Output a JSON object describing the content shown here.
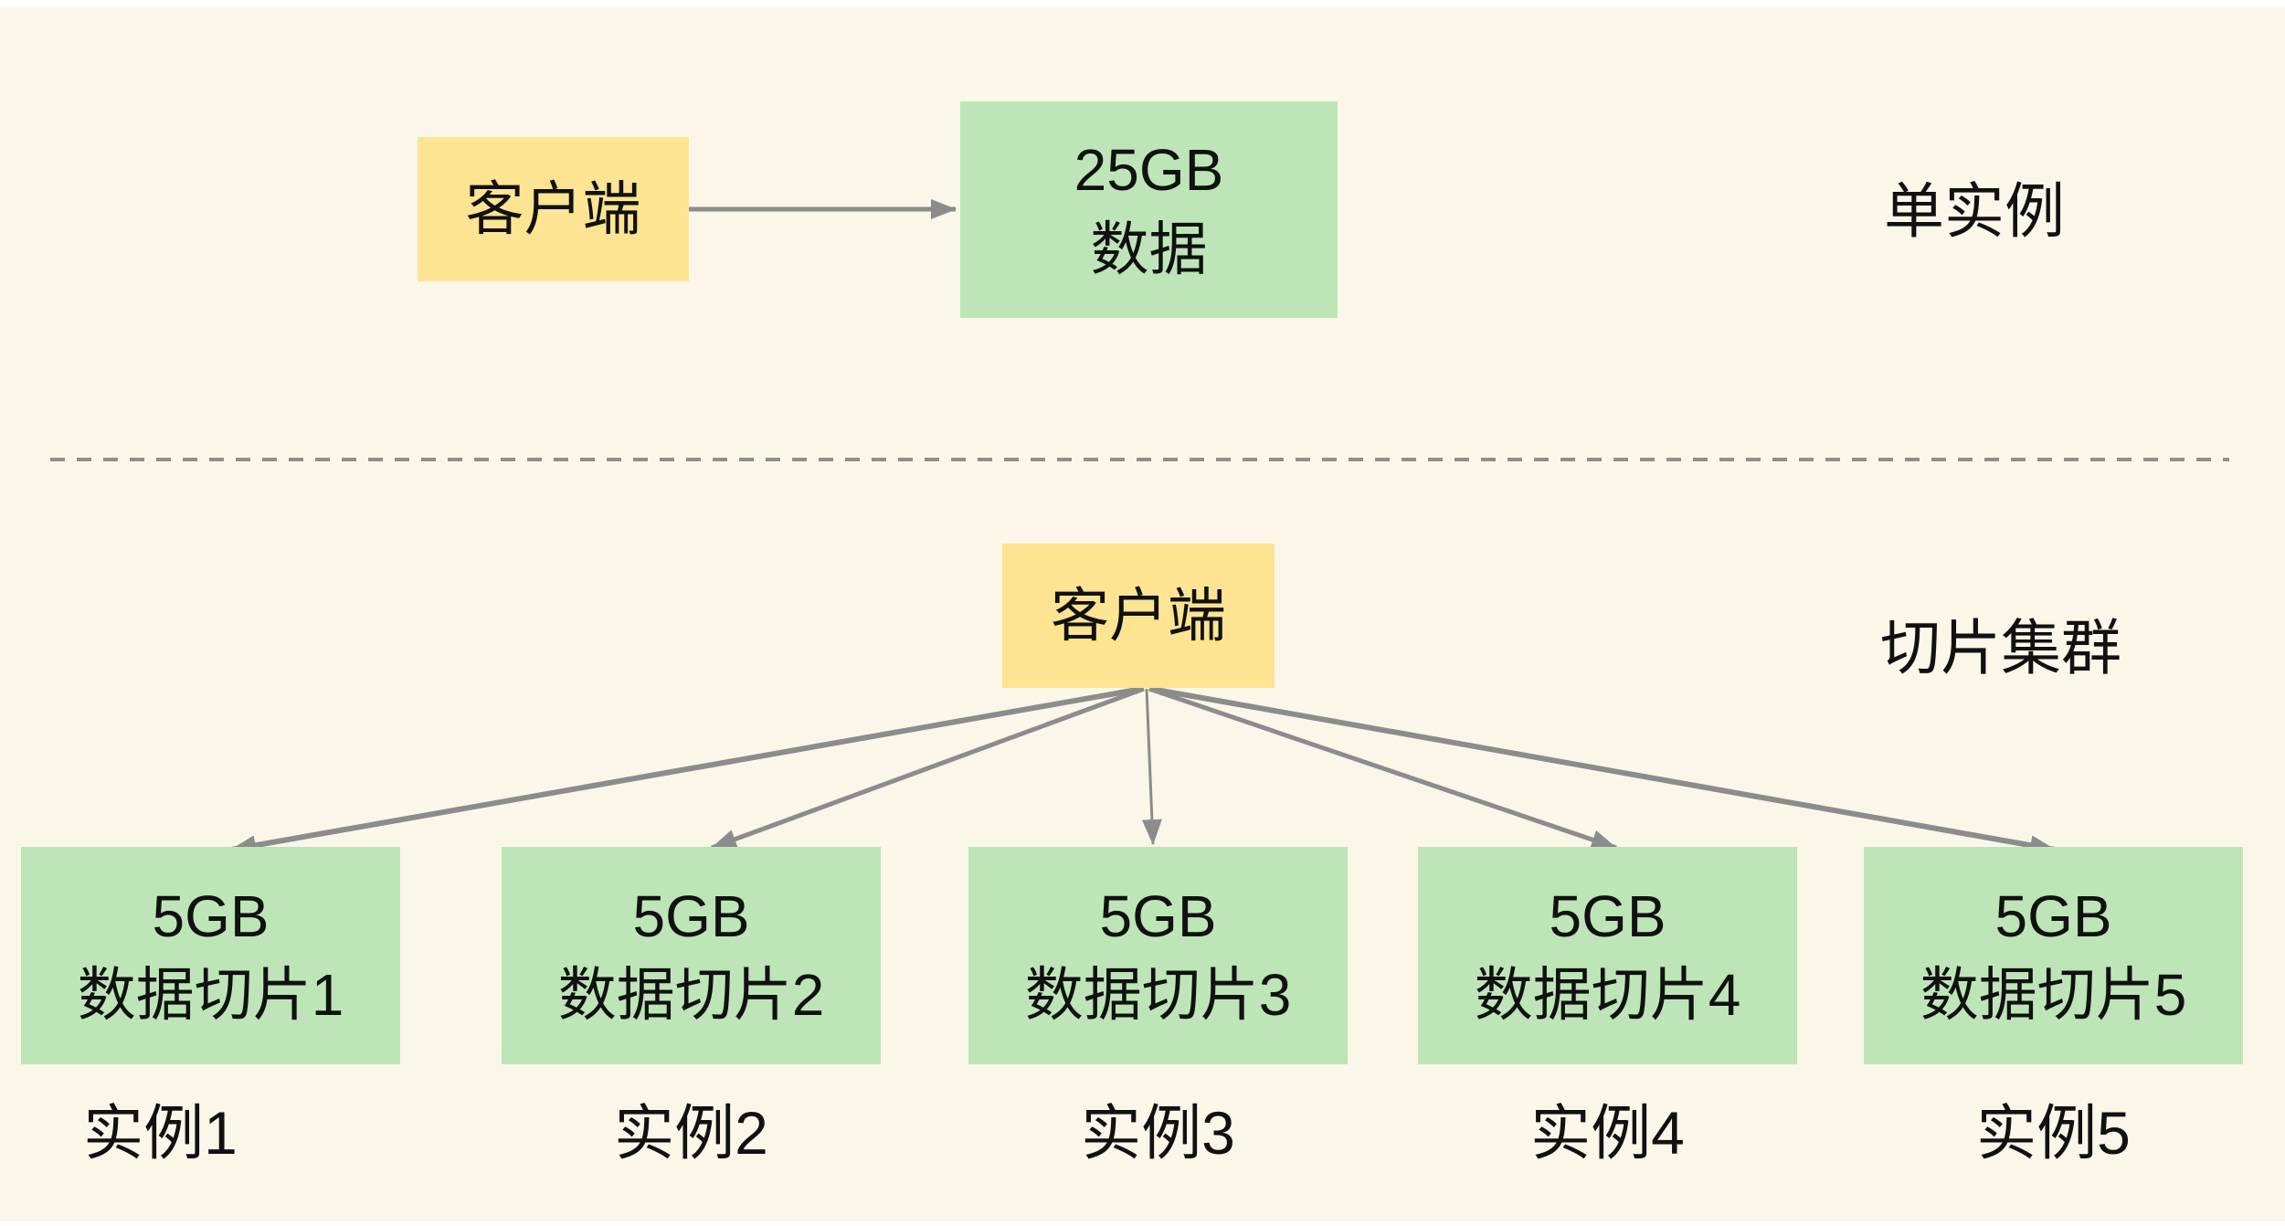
{
  "colors": {
    "background": "#FAF7E9",
    "client_box": "#FCE492",
    "data_box": "#BEE5B8",
    "arrow": "#8C8C8C",
    "divider": "#8F8F8C",
    "text": "#111111",
    "page_edge": "#FFFFFF"
  },
  "single_instance": {
    "client_label": "客户端",
    "data_box_line1": "25GB",
    "data_box_line2": "数据",
    "section_label": "单实例"
  },
  "sharded_cluster": {
    "client_label": "客户端",
    "section_label": "切片集群",
    "shards": [
      {
        "size": "5GB",
        "name": "数据切片1",
        "instance": "实例1"
      },
      {
        "size": "5GB",
        "name": "数据切片2",
        "instance": "实例2"
      },
      {
        "size": "5GB",
        "name": "数据切片3",
        "instance": "实例3"
      },
      {
        "size": "5GB",
        "name": "数据切片4",
        "instance": "实例4"
      },
      {
        "size": "5GB",
        "name": "数据切片5",
        "instance": "实例5"
      }
    ]
  }
}
